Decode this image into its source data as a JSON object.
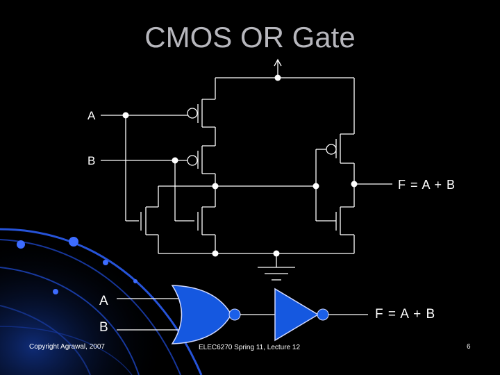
{
  "slide": {
    "title": "CMOS OR Gate",
    "colors": {
      "background": "#000000",
      "title": "#b7b7bd",
      "wire": "#ffffff",
      "gate_fill": "#1558e0",
      "accent_blue": "#1e4fd0"
    }
  },
  "schematic": {
    "input_a": "A",
    "input_b": "B",
    "output": "F = A + B",
    "components": [
      "pmos-a",
      "pmos-b",
      "nmos-a",
      "nmos-b",
      "pmos-inverter",
      "nmos-inverter",
      "vdd-arrow",
      "ground-symbol"
    ]
  },
  "gate_symbol": {
    "input_a": "A",
    "input_b": "B",
    "output": "F = A + B",
    "gates": [
      "nor-gate",
      "inverter"
    ]
  },
  "footer": {
    "copyright": "Copyright Agrawal, 2007",
    "course": "ELEC6270 Spring 11, Lecture 12",
    "page_number": "6"
  }
}
